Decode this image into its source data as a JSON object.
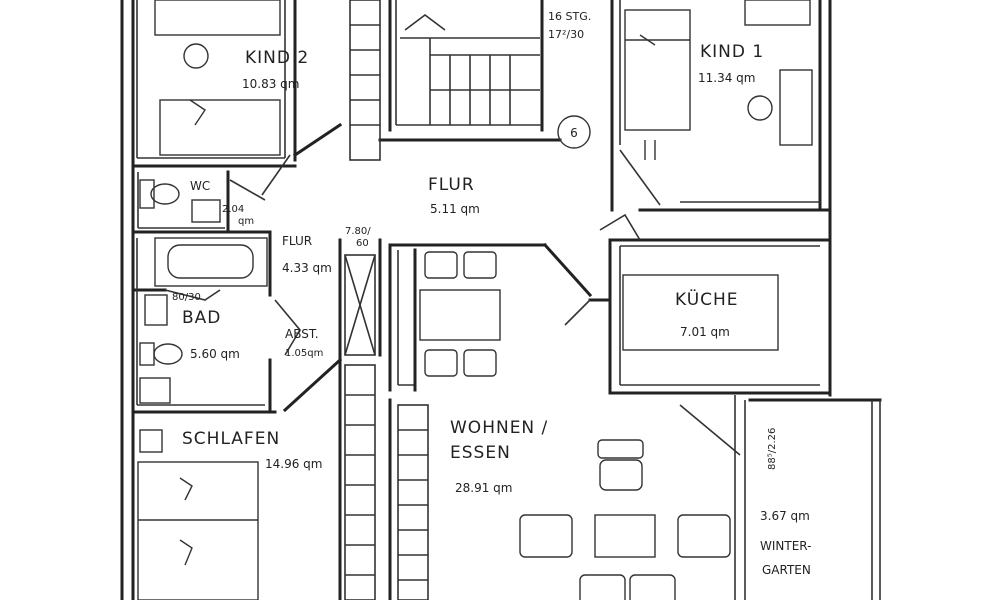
{
  "rooms": {
    "kind2": {
      "name": "KIND 2",
      "area": "10.83 qm"
    },
    "kind1": {
      "name": "KIND 1",
      "area": "11.34 qm"
    },
    "wc": {
      "name": "WC",
      "area": "2.04",
      "area_unit": "qm"
    },
    "flur_main": {
      "name": "FLUR",
      "area": "5.11 qm"
    },
    "flur_small": {
      "name": "FLUR",
      "area": "4.33 qm"
    },
    "kueche": {
      "name": "KÜCHE",
      "area": "7.01 qm"
    },
    "bad": {
      "name": "BAD",
      "area": "5.60 qm"
    },
    "abst": {
      "name": "ABST.",
      "area": "1.05qm"
    },
    "schlafen": {
      "name": "SCHLAFEN",
      "area": "14.96 qm"
    },
    "wohnen": {
      "name_line1": "WOHNEN /",
      "name_line2": "ESSEN",
      "area": "28.91 qm"
    },
    "wintergarten": {
      "name_line1": "WINTER-",
      "name_line2": "GARTEN",
      "area": "3.67 qm"
    }
  },
  "annotations": {
    "stairs": {
      "line1": "16 STG.",
      "line2": "17²/30"
    },
    "door_abst": {
      "line1": "7.80/",
      "line2": "60"
    },
    "door_bad": "80/30",
    "window_wintergarten": "88⁵/2.26",
    "circle_marker": "6"
  }
}
